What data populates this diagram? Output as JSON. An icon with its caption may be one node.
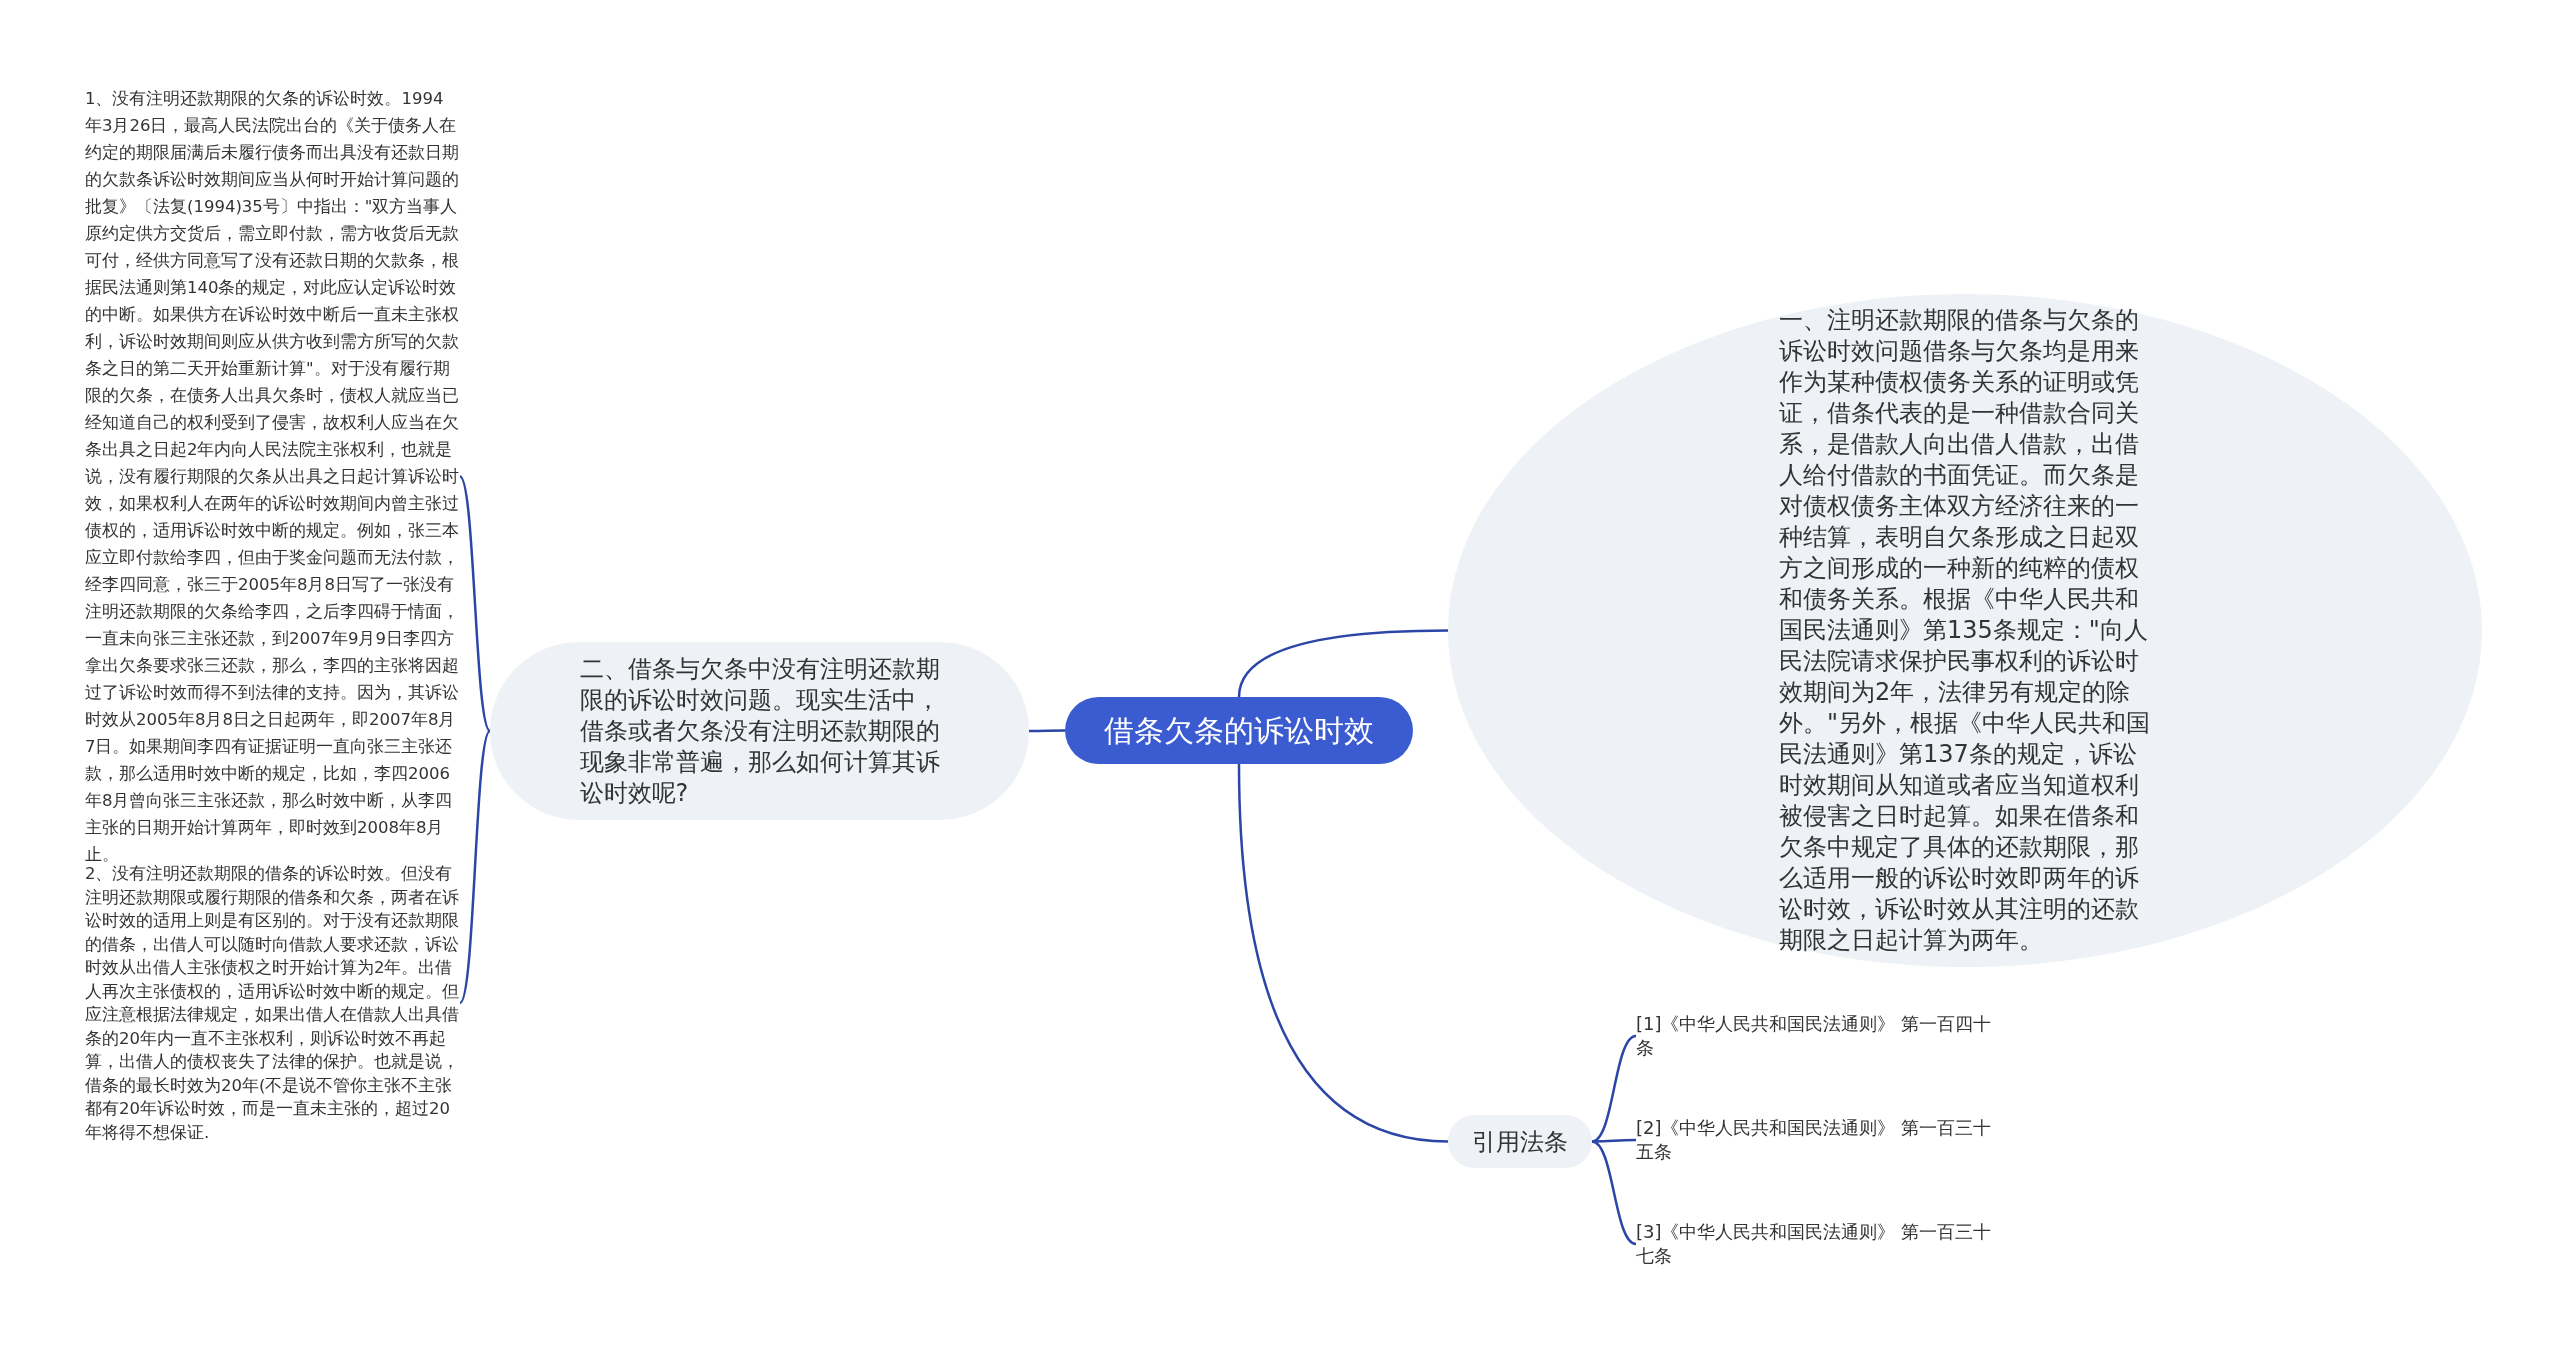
{
  "diagram": {
    "nodes": [
      {
        "text": [
          "借条欠条的诉讼时效"
        ]
      },
      {
        "text": [
          "一、注明还款期限的借条与欠条的诉讼时效问题借条与欠条均是用来作为某种债权债务关系的证明或凭证，借条代表的是一种借款合同关系，是借款人向出借人借款，出借人给付借款的书面凭证。而欠条是对债权债务主体双方经济往来的一种结算，表明自欠条形成之日起双方之间形成的一种新的纯粹的债权和债务关系。根据《中华人民共和国民法通则》第135条规定：\"向人民法院请求保护民事权利的诉讼时效期间为2年，法律另有规定的除外。\"另外，根据《中华人民共和国民法通则》第137条的规定，诉讼时效期间从知道或者应当知道权利被侵害之日时起算。如果在借条和欠条中规定了具体的还款期限，那么适用一般的诉讼时效即两年的诉讼时效，诉讼时效从其注明的还款期限之日起计算为两年。"
        ]
      },
      {
        "text": [
          "二、借条与欠条中没有注明还款期限的诉讼时效问题。现实生活中，借条或者欠条没有注明还款期限的现象非常普遍，那么如何计算其诉讼时效呢?"
        ]
      },
      {
        "text": [
          "1、没有注明还款期限的欠条的诉讼时效。1994年3月26日，最高人民法院出台的《关于债务人在约定的期限届满后未履行债务而出具没有还款日期的欠款条诉讼时效期间应当从何时开始计算问题的批复》〔法复(1994)35号〕中指出：\"双方当事人原约定供方交货后，需立即付款，需方收货后无款可付，经供方同意写了没有还款日期的欠款条，根据民法通则第140条的规定，对此应认定诉讼时效的中断。如果供方在诉讼时效中断后一直未主张权利，诉讼时效期间则应从供方收到需方所写的欠款条之日的第二天开始重新计算\"。对于没有履行期限的欠条，在债务人出具欠条时，债权人就应当已经知道自己的权利受到了侵害，故权利人应当在欠条出具之日起2年内向人民法院主张权利，也就是说，没有履行期限的欠条从出具之日起计算诉讼时效，如果权利人在两年的诉讼时效期间内曾主张过债权的，适用诉讼时效中断的规定。例如，张三本应立即付款给李四，但由于奖金问题而无法付款，经李四同意，张三于2005年8月8日写了一张没有注明还款期限的欠条给李四，之后李四碍于情面，一直未向张三主张还款，到2007年9月9日李四方拿出欠条要求张三还款，那么，李四的主张将因超过了诉讼时效而得不到法律的支持。因为，其诉讼时效从2005年8月8日之日起两年，即2007年8月7日。如果期间李四有证据证明一直向张三主张还款，那么适用时效中断的规定，比如，李四2006年8月曾向张三主张还款，那么时效中断，从李四主张的日期开始计算两年，即时效到2008年8月止。"
        ]
      },
      {
        "text": [
          "2、没有注明还款期限的借条的诉讼时效。但没有注明还款期限或履行期限的借条和欠条，两者在诉讼时效的适用上则是有区别的。对于没有还款期限的借条，出借人可以随时向借款人要求还款，诉讼时效从出借人主张债权之时开始计算为2年。出借人再次主张债权的，适用诉讼时效中断的规定。但应注意根据法律规定，如果出借人在借款人出具借条的20年内一直不主张权利，则诉讼时效不再起算，出借人的债权丧失了法律的保护。也就是说，借条的最长时效为20年(不是说不管你主张不主张都有20年诉讼时效，而是一直未主张的，超过20年将得不想保证."
        ]
      },
      {
        "text": [
          "引用法条"
        ]
      },
      {
        "text": [
          "[1]《中华人民共和国民法通则》 第一百四十条"
        ]
      },
      {
        "text": [
          "[2]《中华人民共和国民法通则》 第一百三十五条"
        ]
      },
      {
        "text": [
          "[3]《中华人民共和国民法通则》 第一百三十七条"
        ]
      }
    ],
    "edges": [
      {
        "from": 0,
        "to": 1,
        "arrow": "none"
      },
      {
        "from": 0,
        "to": 2,
        "arrow": "none"
      },
      {
        "from": 2,
        "to": 3,
        "arrow": "none"
      },
      {
        "from": 2,
        "to": 4,
        "arrow": "none"
      },
      {
        "from": 0,
        "to": 5,
        "arrow": "none"
      },
      {
        "from": 5,
        "to": 6,
        "arrow": "none"
      },
      {
        "from": 5,
        "to": 7,
        "arrow": "none"
      },
      {
        "from": 5,
        "to": 8,
        "arrow": "none"
      }
    ]
  }
}
